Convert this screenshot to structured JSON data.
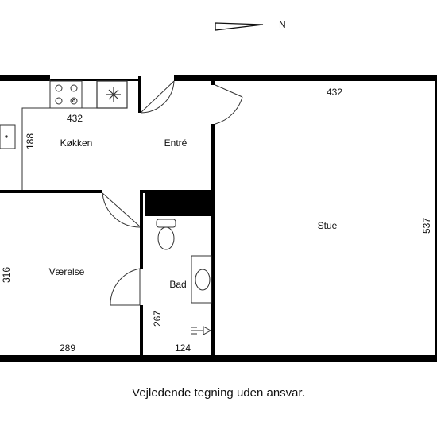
{
  "compass": {
    "label": "N"
  },
  "rooms": {
    "kitchen": "Køkken",
    "entry": "Entré",
    "living": "Stue",
    "bedroom": "Værelse",
    "bath": "Bad"
  },
  "dimensions": {
    "living_width": "432",
    "kitchen_width": "432",
    "kitchen_depth": "188",
    "living_depth": "537",
    "bedroom_depth": "316",
    "bath_depth": "267",
    "bedroom_width": "289",
    "bath_width": "124"
  },
  "caption": "Vejledende tegning uden ansvar.",
  "colors": {
    "wall": "#000000",
    "line": "#333333",
    "background": "#ffffff"
  }
}
